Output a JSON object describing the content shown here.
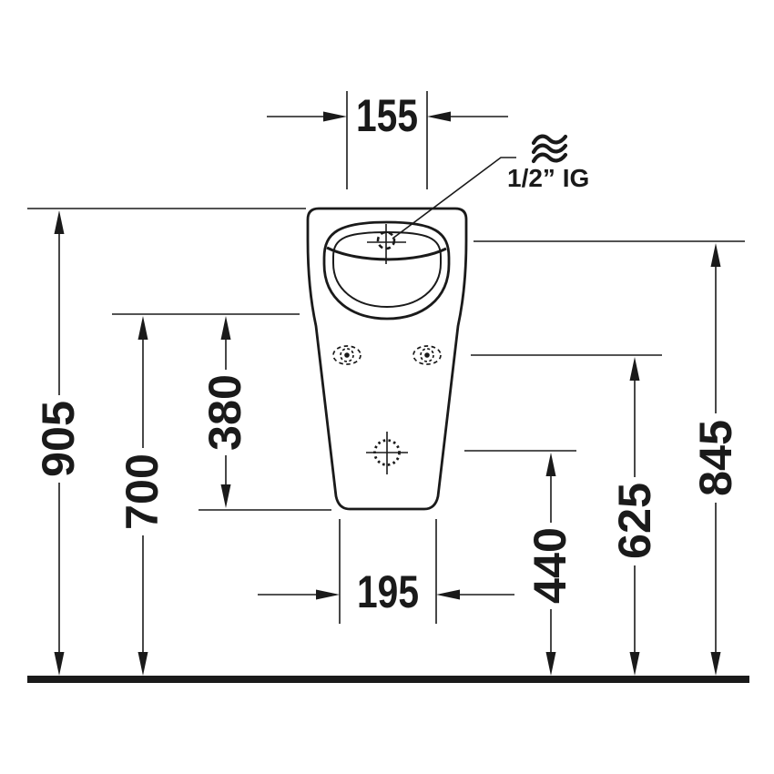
{
  "drawing": {
    "background": "#ffffff",
    "line_color": "#1a1a1a",
    "dimensions": {
      "top_width": "155",
      "overall_height": "905",
      "rim_height": "700",
      "rim_to_bottom": "380",
      "inlet_height": "845",
      "fixing_height": "625",
      "outlet_height": "440",
      "bottom_width": "195"
    },
    "labels": {
      "inlet_connection": "1/2” IG"
    },
    "icons": {
      "water_supply": "waves-icon"
    }
  }
}
